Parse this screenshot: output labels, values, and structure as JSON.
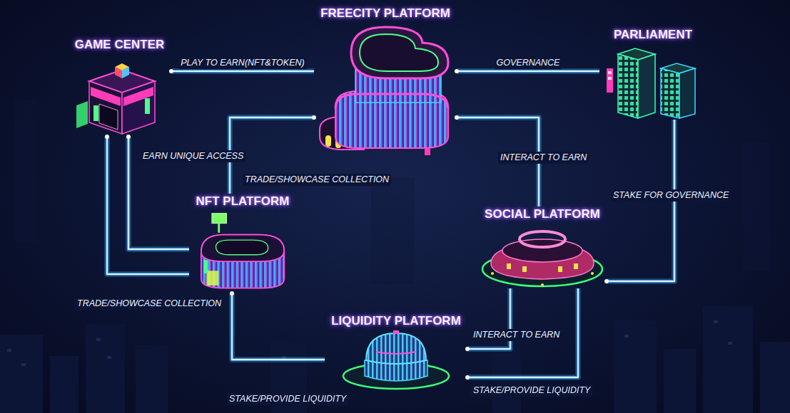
{
  "diagram": {
    "nodes": [
      {
        "text": [
          "GAME CENTER"
        ]
      },
      {
        "text": [
          "FREECITY PLATFORM"
        ]
      },
      {
        "text": [
          "PARLIAMENT"
        ]
      },
      {
        "text": [
          "NFT PLATFORM"
        ]
      },
      {
        "text": [
          "SOCIAL PLATFORM"
        ]
      },
      {
        "text": [
          "LIQUIDITY PLATFORM"
        ]
      }
    ],
    "edges": [
      {
        "from": 0,
        "to": 1,
        "label": "PLAY TO EARN(NFT&TOKEN)",
        "arrow": "none"
      },
      {
        "from": 1,
        "to": 2,
        "label": "GOVERNANCE",
        "arrow": "none"
      },
      {
        "from": 0,
        "to": 3,
        "label": "EARN UNIQUE ACCESS",
        "arrow": "none"
      },
      {
        "from": 1,
        "to": 3,
        "label": "TRADE/SHOWCASE COLLECTION",
        "arrow": "none"
      },
      {
        "from": 1,
        "to": 4,
        "label": "INTERACT TO EARN",
        "arrow": "none"
      },
      {
        "from": 0,
        "to": 3,
        "label": "TRADE/SHOWCASE COLLECTION",
        "arrow": "none"
      },
      {
        "from": 4,
        "to": 2,
        "label": "STAKE FOR GOVERNANCE",
        "arrow": "none"
      },
      {
        "from": 3,
        "to": 5,
        "label": "STAKE/PROVIDE LIQUIDITY",
        "arrow": "none"
      },
      {
        "from": 5,
        "to": 4,
        "label": "INTERACT TO EARN",
        "arrow": "none"
      },
      {
        "from": 5,
        "to": 4,
        "label": "STAKE/PROVIDE LIQUIDITY",
        "arrow": "none"
      }
    ]
  }
}
